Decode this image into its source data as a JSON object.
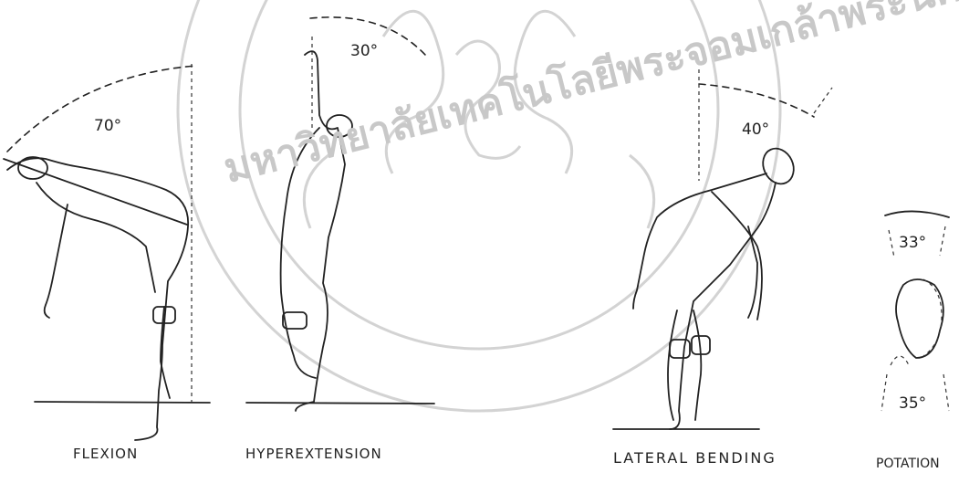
{
  "watermark": {
    "text": "มหาวิทยาลัยเทคโนโลยีพระจอมเกล้าพระนครเหนือ",
    "kind": "institution-seal-watermark"
  },
  "panels": [
    {
      "key": "flexion",
      "label": "FLEXION",
      "angle": "70°"
    },
    {
      "key": "hyperextension",
      "label": "HYPEREXTENSION",
      "angle": "30°"
    },
    {
      "key": "lateral_bending",
      "label": "LATERAL BENDING",
      "angle": "40°"
    },
    {
      "key": "rotation",
      "label": "POTATION",
      "angle_top": "33°",
      "angle_bottom": "35°"
    }
  ]
}
